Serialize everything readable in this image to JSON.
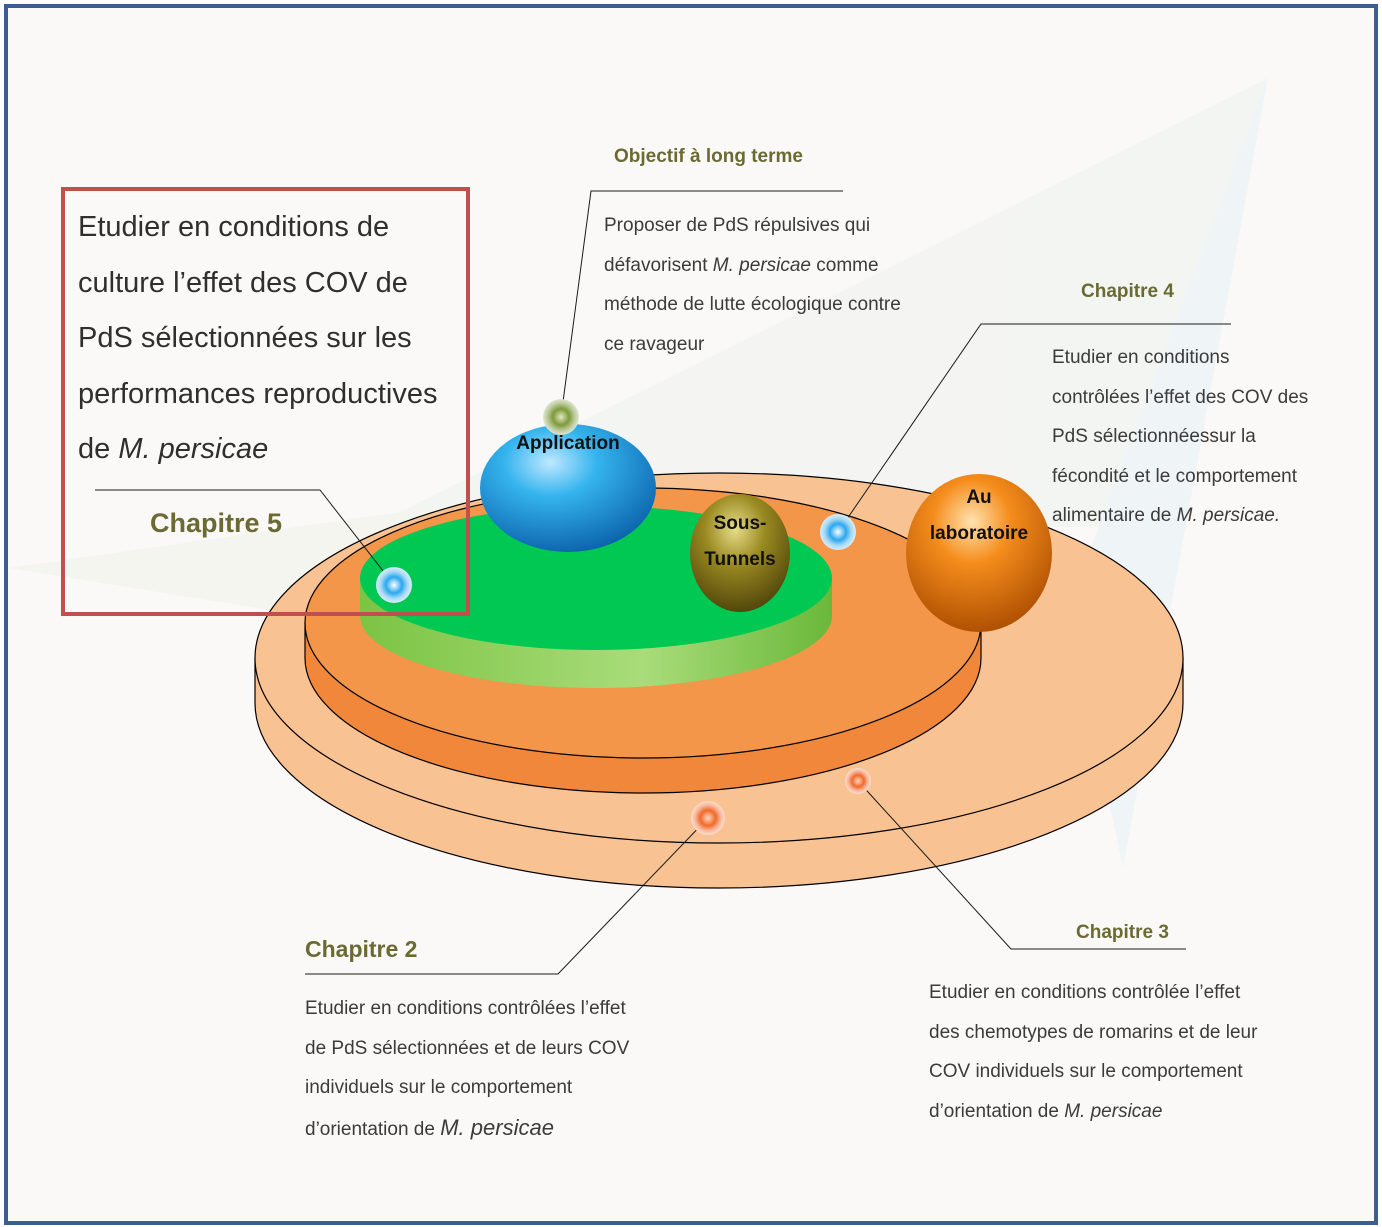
{
  "colors": {
    "frame": "#3d5f8f",
    "background": "#fbf9f8",
    "outer_disc": "#f9c292",
    "middle_disc": "#f4964a",
    "inner_disc": "#00c853",
    "highlight_box": "#c0504d",
    "heading": "#6c6a33",
    "body_text": "#3b3b3b"
  },
  "spheres": {
    "application": {
      "label": "Application",
      "color": "#1a9fe0",
      "icon": "blue-sphere"
    },
    "sous_tunnels": {
      "label_line1": "Sous-",
      "label_line2": "Tunnels",
      "color": "#7a6a12",
      "icon": "olive-sphere"
    },
    "laboratoire": {
      "label_line1": "Au",
      "label_line2": "laboratoire",
      "color": "#ee7e0a",
      "icon": "orange-sphere"
    }
  },
  "objectif": {
    "heading": "Objectif à long terme",
    "line1": "Proposer de PdS répulsives qui",
    "line2_pre": "défavorisent ",
    "line2_em": "M. persicae",
    "line2_post": " comme",
    "line3": "méthode de lutte écologique contre",
    "line4": "ce ravageur"
  },
  "chapitre5": {
    "heading": "Chapitre 5",
    "line1": "Etudier en conditions de",
    "line2": "culture l’effet des COV de",
    "line3": "PdS sélectionnées sur les",
    "line4": "performances reproductives",
    "line5_pre": "de ",
    "line5_em": "M. persicae"
  },
  "chapitre4": {
    "heading": "Chapitre 4",
    "line1": "Etudier en conditions",
    "line2": "contrôlées l’effet des COV des",
    "line3": "PdS sélectionnéessur la",
    "line4": "fécondité et le comportement",
    "line5_pre": "alimentaire de ",
    "line5_em": "M. persicae."
  },
  "chapitre2": {
    "heading": "Chapitre 2",
    "line1": "Etudier en conditions contrôlées l’effet",
    "line2": "de PdS sélectionnées et de leurs COV",
    "line3": "individuels sur le comportement",
    "line4_pre": "d’orientation de ",
    "line4_em": "M. persicae"
  },
  "chapitre3": {
    "heading": "Chapitre 3",
    "line1": "Etudier en conditions contrôlée l’effet",
    "line2": "des chemotypes de romarins et de leur",
    "line3": "COV individuels sur le comportement",
    "line4_pre": "d’orientation de ",
    "line4_em": "M. persicae"
  }
}
